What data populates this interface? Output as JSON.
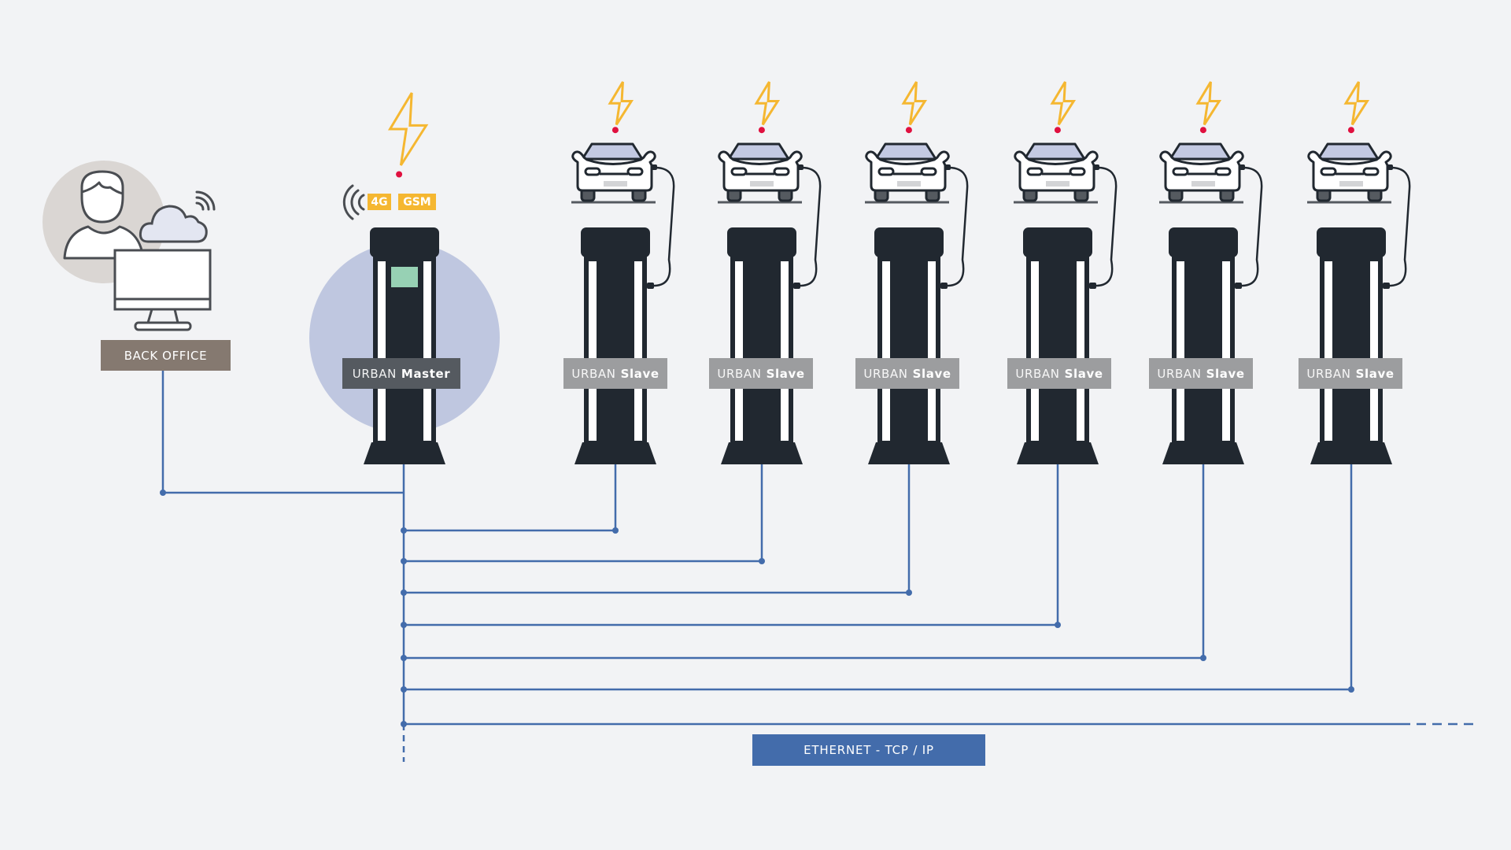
{
  "diagram": {
    "title": "URBAN charging network topology",
    "colors": {
      "background": "#f2f3f5",
      "bus_line": "#436cab",
      "pillar": "#212830",
      "pillar_stripe": "#ffffff",
      "master_screen": "#97d1b4",
      "master_halo": "#bfc7e0",
      "backoffice_halo": "#dad6d3",
      "lightning": "#f5b731",
      "alert_dot": "#e0103f",
      "car_windshield": "#c3c9e2",
      "cloud_fill": "#e3e6f1",
      "backoffice_label": "#857970",
      "master_label": "#555a60",
      "slave_label": "#9c9d9f",
      "ethernet_label": "#436cab"
    },
    "back_office": {
      "label": "BACK OFFICE",
      "icons": [
        "user-icon",
        "cloud-icon",
        "wifi-icon",
        "monitor-icon"
      ]
    },
    "master": {
      "label_prefix": "URBAN",
      "label_role": "Master",
      "connectivity_icon": "signal-waves-icon",
      "badges": [
        "4G",
        "GSM"
      ],
      "status_icon": "lightning-icon"
    },
    "slaves": [
      {
        "label_prefix": "URBAN",
        "label_role": "Slave",
        "car": "electric-car-icon",
        "status_icon": "lightning-icon"
      },
      {
        "label_prefix": "URBAN",
        "label_role": "Slave",
        "car": "electric-car-icon",
        "status_icon": "lightning-icon"
      },
      {
        "label_prefix": "URBAN",
        "label_role": "Slave",
        "car": "electric-car-icon",
        "status_icon": "lightning-icon"
      },
      {
        "label_prefix": "URBAN",
        "label_role": "Slave",
        "car": "electric-car-icon",
        "status_icon": "lightning-icon"
      },
      {
        "label_prefix": "URBAN",
        "label_role": "Slave",
        "car": "electric-car-icon",
        "status_icon": "lightning-icon"
      },
      {
        "label_prefix": "URBAN",
        "label_role": "Slave",
        "car": "electric-car-icon",
        "status_icon": "lightning-icon"
      }
    ],
    "network": {
      "label": "ETHERNET - TCP / IP",
      "connections": [
        {
          "from": "BACK OFFICE",
          "to": "URBAN Master"
        },
        {
          "from": "URBAN Master",
          "to": "URBAN Slave 1"
        },
        {
          "from": "URBAN Master",
          "to": "URBAN Slave 2"
        },
        {
          "from": "URBAN Master",
          "to": "URBAN Slave 3"
        },
        {
          "from": "URBAN Master",
          "to": "URBAN Slave 4"
        },
        {
          "from": "URBAN Master",
          "to": "URBAN Slave 5"
        },
        {
          "from": "URBAN Master",
          "to": "URBAN Slave 6"
        },
        {
          "from": "URBAN Master",
          "to": "further stations (continuation)"
        }
      ]
    }
  }
}
